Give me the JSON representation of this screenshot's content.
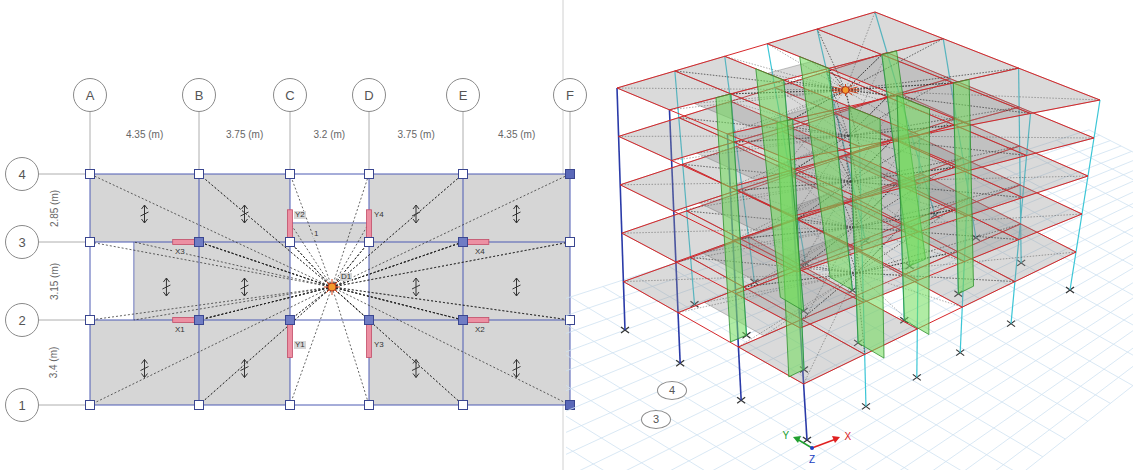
{
  "diagram": {
    "nodes": [
      {
        "text": [
          "A"
        ]
      },
      {
        "text": [
          "B"
        ]
      },
      {
        "text": [
          "C"
        ]
      },
      {
        "text": [
          "D"
        ]
      },
      {
        "text": [
          "E"
        ]
      },
      {
        "text": [
          "F"
        ]
      },
      {
        "text": [
          "4"
        ]
      },
      {
        "text": [
          "3"
        ]
      },
      {
        "text": [
          "2"
        ]
      },
      {
        "text": [
          "1"
        ]
      },
      {
        "text": [
          "4"
        ]
      },
      {
        "text": [
          "3"
        ]
      }
    ],
    "labels": [
      "4.35 (m)",
      "3.75 (m)",
      "3.2 (m)",
      "3.75 (m)",
      "4.35 (m)",
      "2.85 (m)",
      "3.15 (m)",
      "3.4 (m)",
      "X3",
      "X4",
      "X1",
      "X2",
      "Y2",
      "Y4",
      "Y1",
      "Y3",
      "D1",
      "1",
      "X",
      "Y",
      "Z"
    ]
  }
}
